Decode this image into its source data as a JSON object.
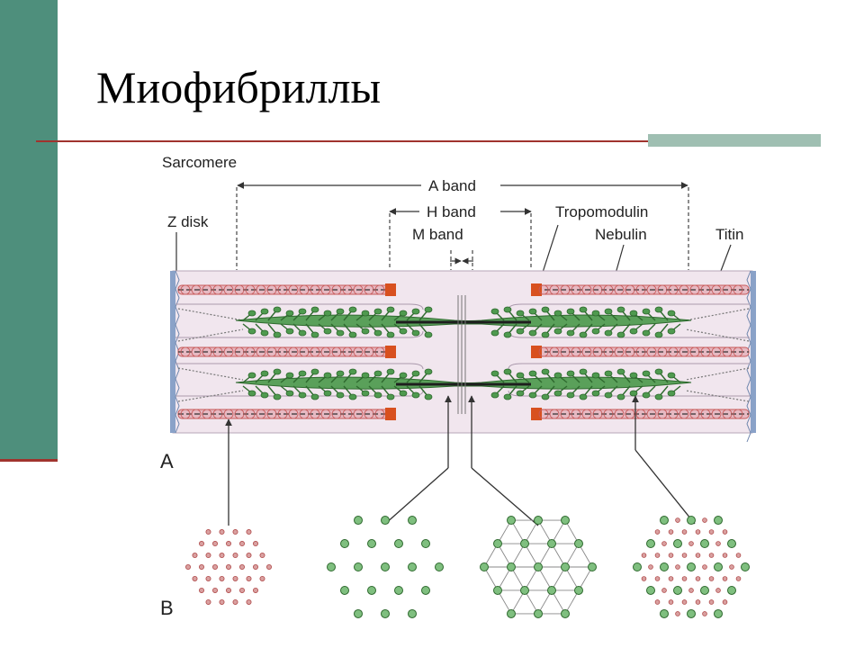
{
  "slide": {
    "title": "Миофибриллы"
  },
  "diagram": {
    "labels": {
      "sarcomere": "Sarcomere",
      "a_band": "A band",
      "h_band": "H band",
      "m_band": "M band",
      "z_disk": "Z disk",
      "tropomodulin": "Tropomodulin",
      "nebulin": "Nebulin",
      "titin": "Titin",
      "panel_a": "A",
      "panel_b": "B"
    },
    "colors": {
      "accent_green": "#4e8f7c",
      "accent_red": "#a0332e",
      "myosin": "#4f9a4f",
      "actin": "#c85a5a",
      "tropomodulin": "#d8501f",
      "z_disk": "#8aa2c8",
      "sarcomere_bg": "#f1e6ee"
    }
  }
}
